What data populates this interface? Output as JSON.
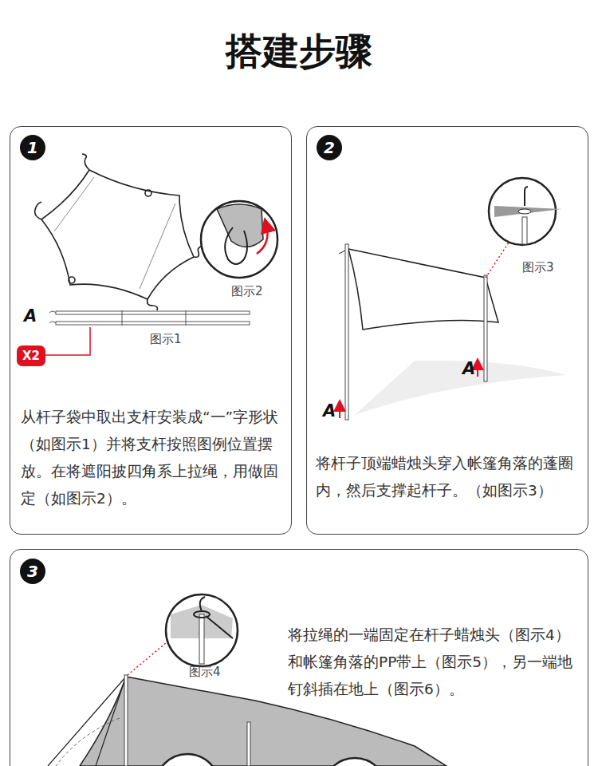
{
  "diagram": {
    "title": "搭建步骤",
    "nodes": [
      {
        "text": [
          "从杆子袋中取出支杆安装成“一”字形状（如图示1）并将支杆按照图例位置摆放。在将遮阳披四角系上拉绳，用做固定（如图示2）。"
        ]
      },
      {
        "text": [
          "1"
        ],
        "in": 0
      },
      {
        "text": [
          "X2"
        ],
        "in": 0
      },
      {
        "text": [
          "将杆子顶端蜡烛头穿入帐篷角落的蓬圈内，然后支撑起杆子。（如图示3）"
        ]
      },
      {
        "text": [
          "2"
        ],
        "in": 3
      },
      {
        "text": [
          "将拉绳的一端固定在杆子蜡烛头（图示4）和帐篷角落的PP带上（图示5），另一端地钉斜插在地上（图示6）。"
        ]
      },
      {
        "text": [
          "3"
        ],
        "in": 5
      }
    ],
    "labels": [
      "图示2",
      "A",
      "图示1",
      "图示3",
      "A",
      "A",
      "图示4"
    ]
  }
}
